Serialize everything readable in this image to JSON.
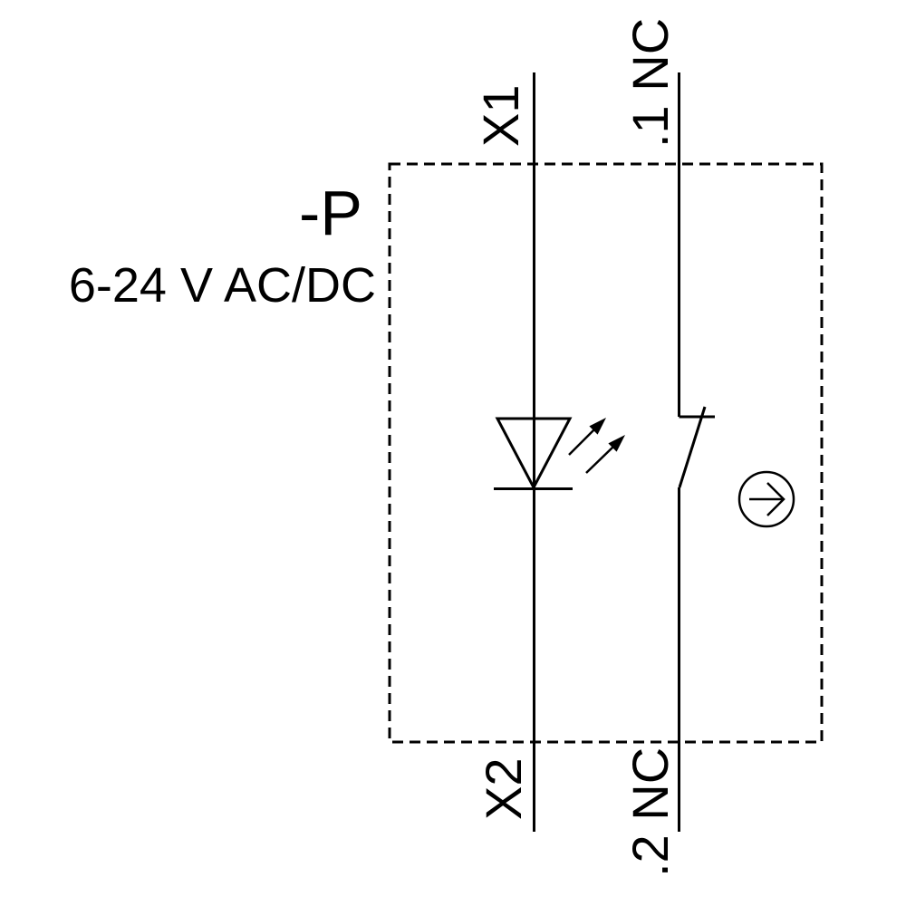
{
  "page": {
    "background_color": "#ffffff",
    "line_color": "#000000"
  },
  "diagram": {
    "device_label": "-P",
    "voltage_rating": "6-24 V AC/DC",
    "terminals": {
      "lamp_top": "X1",
      "lamp_bottom": "X2",
      "contact_top": ".1 NC",
      "contact_bottom": ".2 NC"
    },
    "icons": {
      "lamp": "led-diode-with-light-arrows-icon",
      "contact": "normally-closed-contact-icon",
      "actuator": "circle-right-arrow-icon"
    }
  }
}
